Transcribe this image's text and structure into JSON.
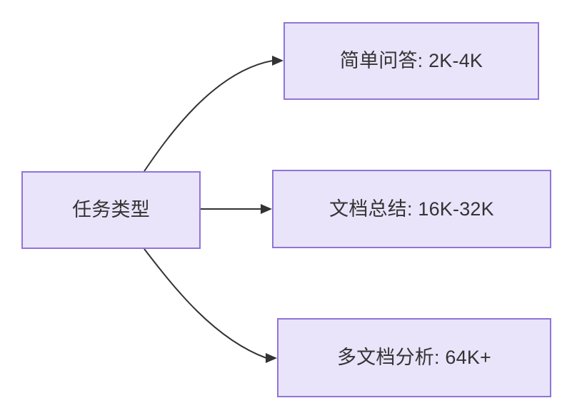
{
  "diagram": {
    "type": "flowchart",
    "orientation": "left-to-right",
    "background_color": "#ffffff",
    "node_fill_color": "#e9e4fa",
    "node_border_color": "#9174d8",
    "text_color": "#333333",
    "edge_color": "#333333",
    "nodes": [
      {
        "id": "source",
        "label": "任务类型",
        "role": "root"
      },
      {
        "id": "simple-qa",
        "label": "简单问答: 2K-4K",
        "role": "leaf"
      },
      {
        "id": "doc-summary",
        "label": "文档总结: 16K-32K",
        "role": "leaf"
      },
      {
        "id": "multi-doc",
        "label": "多文档分析: 64K+",
        "role": "leaf"
      }
    ],
    "edges": [
      {
        "id": "edge-source-to-simple-qa",
        "from": "source",
        "to": "simple-qa",
        "style": "curved",
        "arrow": "triangle"
      },
      {
        "id": "edge-source-to-doc-summary",
        "from": "source",
        "to": "doc-summary",
        "style": "straight",
        "arrow": "triangle"
      },
      {
        "id": "edge-source-to-multi-doc",
        "from": "source",
        "to": "multi-doc",
        "style": "curved",
        "arrow": "triangle"
      }
    ]
  }
}
